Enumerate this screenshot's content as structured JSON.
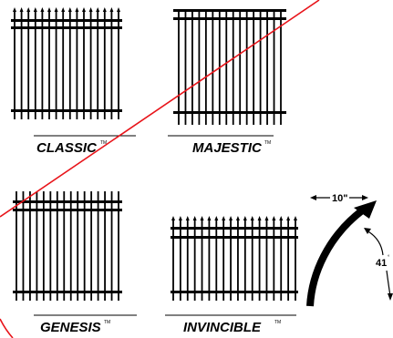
{
  "fences": [
    {
      "id": "classic",
      "name": "CLASSIC",
      "tm": "TM"
    },
    {
      "id": "majestic",
      "name": "MAJESTIC",
      "tm": "TM"
    },
    {
      "id": "genesis",
      "name": "GENESIS",
      "tm": "TM"
    },
    {
      "id": "invincible",
      "name": "INVINCIBLE",
      "tm": "TM"
    }
  ],
  "detail": {
    "width_label": "10\"",
    "angle_label": "41",
    "angle_unit": "°"
  },
  "colors": {
    "ink": "#000000",
    "strike_line": "#e8141a",
    "rule": "#000000"
  }
}
